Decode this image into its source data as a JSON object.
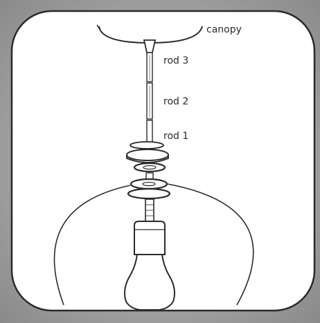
{
  "labels": {
    "canopy": "canopy",
    "rod3": "rod 3",
    "rod2": "rod 2",
    "rod1": "rod 1"
  }
}
